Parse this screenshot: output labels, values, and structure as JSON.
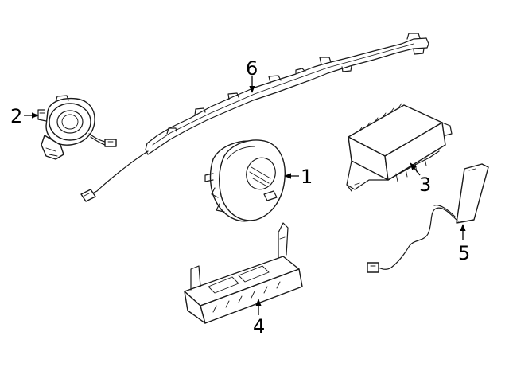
{
  "callouts": [
    {
      "id": "1",
      "label": "1",
      "part": "driver-airbag"
    },
    {
      "id": "2",
      "label": "2",
      "part": "clockspring"
    },
    {
      "id": "3",
      "label": "3",
      "part": "passenger-airbag"
    },
    {
      "id": "4",
      "label": "4",
      "part": "knee-airbag"
    },
    {
      "id": "5",
      "label": "5",
      "part": "seat-airbag"
    },
    {
      "id": "6",
      "label": "6",
      "part": "curtain-airbag"
    }
  ],
  "colors": {
    "line": "#1a1a1a",
    "background": "#ffffff"
  }
}
